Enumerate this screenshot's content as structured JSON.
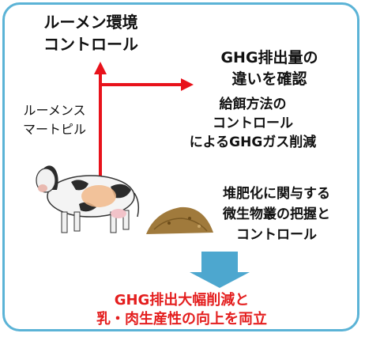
{
  "boxes": {
    "rumen_env": {
      "line1": "ルーメン環境",
      "line2": "コントロール"
    },
    "ghg_confirm": {
      "line1": "GHG排出量の",
      "line2": "違いを確認"
    },
    "smart_pill": {
      "line1": "ルーメンス",
      "line2": "マートピル"
    },
    "feeding": {
      "line1": "給餌方法の",
      "line2": "コントロール",
      "line3": "によるGHGガス削減"
    },
    "manure": {
      "line1": "堆肥化に関与する",
      "line2": "微生物叢の把握と",
      "line3": "コントロール"
    }
  },
  "conclusion": {
    "line1": "GHG排出大幅削減と",
    "line2": "乳・肉生産性の向上を両立"
  },
  "colors": {
    "frame": "#5bb3d6",
    "arrow_red": "#e8121b",
    "arrow_blue": "#4da7cf",
    "conclusion_text": "#e41e1e",
    "manure_pile": "#a07a3c"
  },
  "icons": [
    "cow-illustration",
    "manure-pile-illustration",
    "down-arrow"
  ]
}
